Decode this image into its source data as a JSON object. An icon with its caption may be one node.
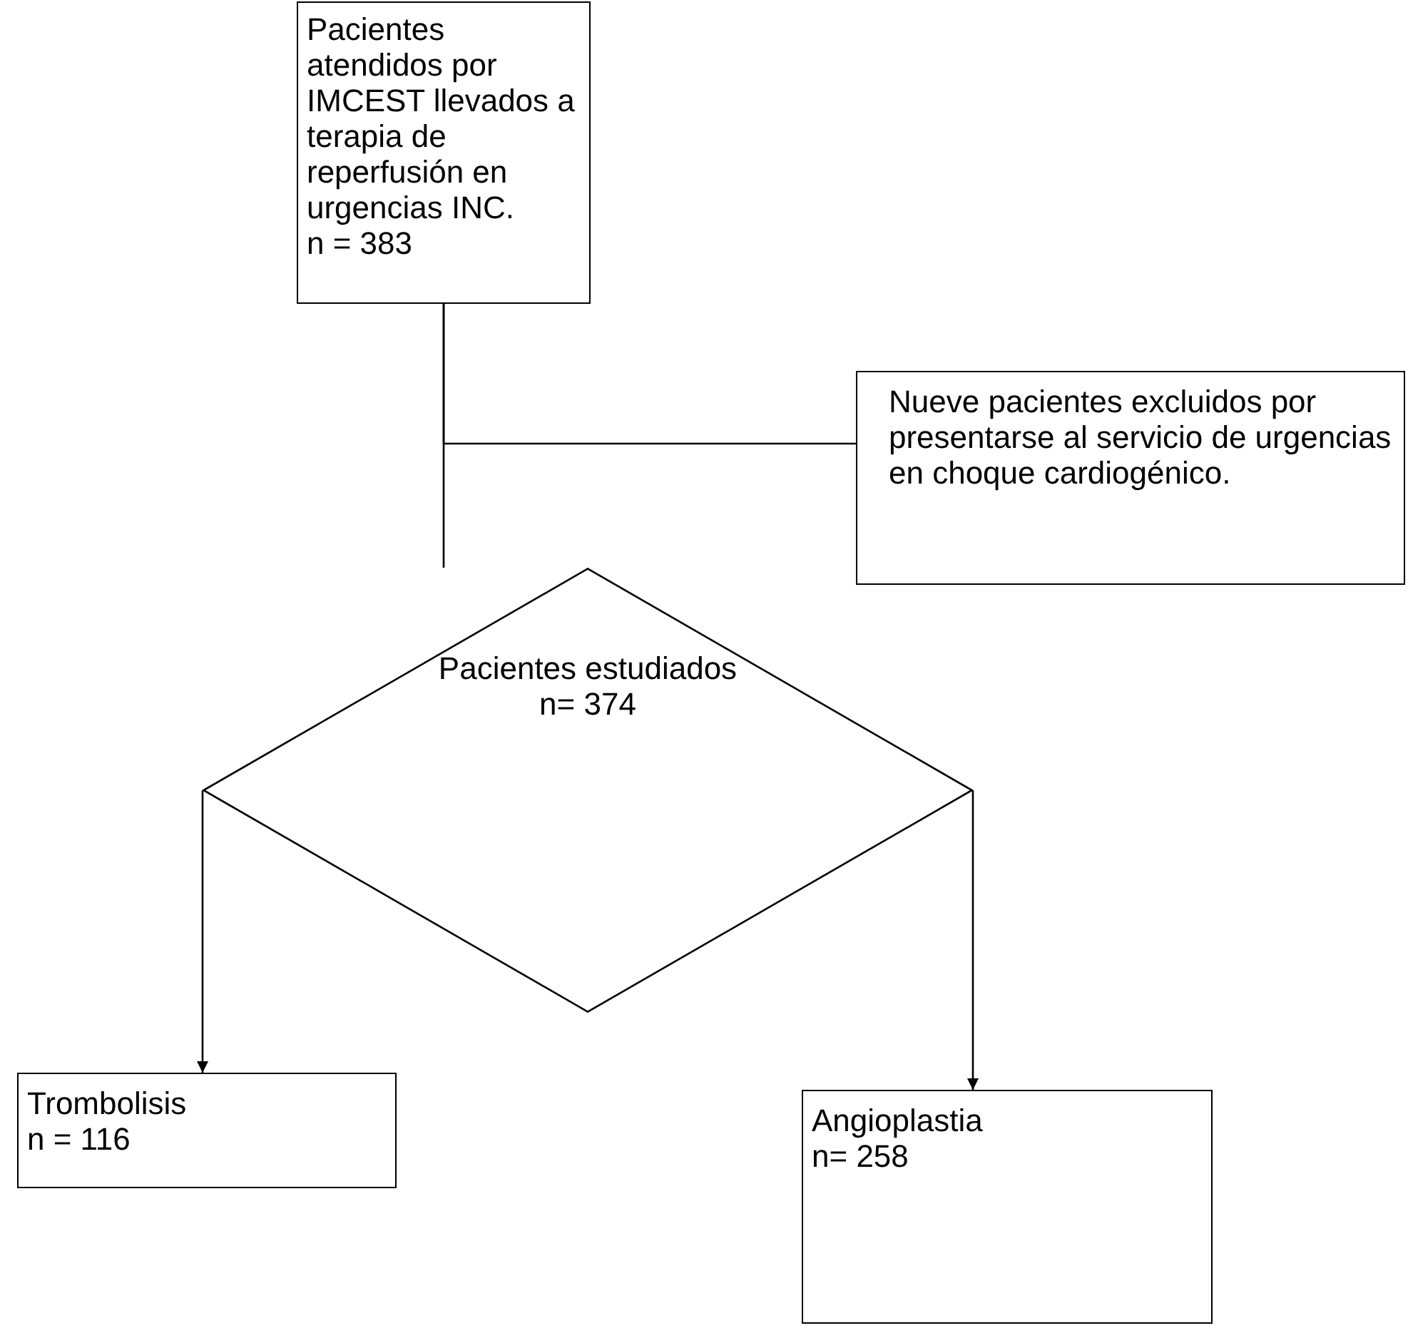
{
  "diagram": {
    "nodes": [
      {
        "text": [
          "Pacientes atendidos por IMCEST llevados a terapia de reperfusión en urgencias INC.",
          "n = 383"
        ]
      },
      {
        "text": [
          "Nueve pacientes excluidos por presentarse al servicio de urgencias en choque cardiogénico."
        ]
      },
      {
        "text": [
          "Pacientes estudiados",
          "n= 374"
        ]
      },
      {
        "text": [
          "Trombolisis",
          "n = 116"
        ]
      },
      {
        "text": [
          "Angioplastia",
          "n= 258"
        ]
      }
    ],
    "edges": [
      {
        "from": 0,
        "to": 2,
        "arrow": "none"
      },
      {
        "from": 0,
        "to": 1,
        "arrow": "none"
      },
      {
        "from": 2,
        "to": 3,
        "arrow": "to"
      },
      {
        "from": 2,
        "to": 4,
        "arrow": "to"
      }
    ]
  }
}
